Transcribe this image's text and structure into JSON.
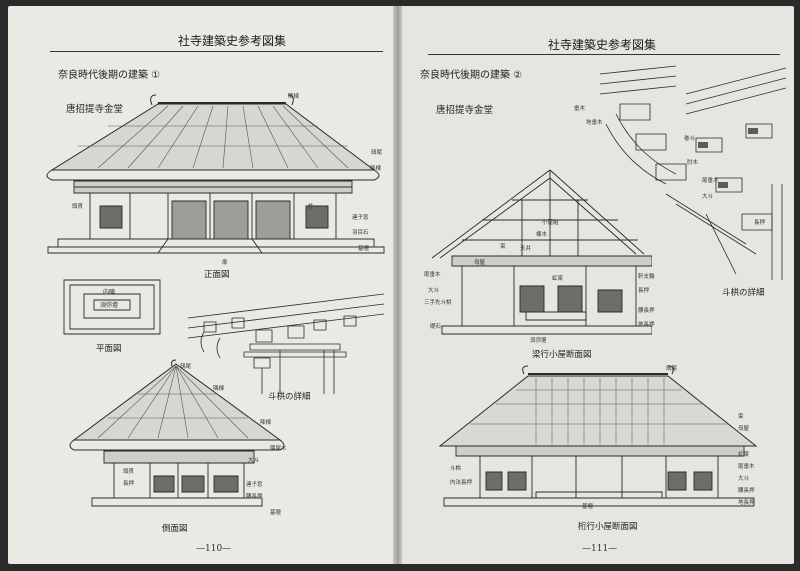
{
  "left_page": {
    "header": "社寺建築史参考図集",
    "section_title": "奈良時代後期の建築 ①",
    "building_name": "唐招提寺金堂",
    "captions": {
      "front": "正面図",
      "plan": "平面図",
      "bracket": "斗栱の詳細",
      "side": "側面図"
    },
    "labels": {
      "front": [
        "鴟尾",
        "降棟",
        "隅棟",
        "頭貫",
        "連子窓",
        "柱",
        "羽目石",
        "扉",
        "基壇"
      ],
      "plan": [
        "内陣",
        "須弥壇"
      ],
      "side": [
        "鴟尾",
        "隅棟",
        "降棟",
        "隅尾木",
        "大斗",
        "頭貫",
        "長押",
        "連子窓",
        "腰長押",
        "基壇"
      ]
    },
    "page_number": "—110—"
  },
  "right_page": {
    "header": "社寺建築史参考図集",
    "section_title": "奈良時代後期の建築 ②",
    "building_name": "唐招提寺金堂",
    "captions": {
      "bracket": "斗栱の詳細",
      "beam": "梁行小屋断面図",
      "ridge": "桁行小屋断面図"
    },
    "labels": {
      "bracket": [
        "垂木",
        "地垂木",
        "尾垂木",
        "巻斗",
        "肘木",
        "大斗",
        "長押"
      ],
      "beam": [
        "小屋組",
        "棟木",
        "母屋",
        "束",
        "虹梁",
        "大斗",
        "三手先斗栱",
        "尾垂木",
        "軒支輪",
        "長押",
        "腰長押",
        "地長押",
        "礎石",
        "須弥壇",
        "天井"
      ],
      "ridge": [
        "鴟尾",
        "束",
        "母屋",
        "虹梁",
        "尾垂木",
        "大斗",
        "内法長押",
        "斗栱",
        "腰長押",
        "地長押",
        "基壇"
      ]
    },
    "page_number": "—111—"
  }
}
